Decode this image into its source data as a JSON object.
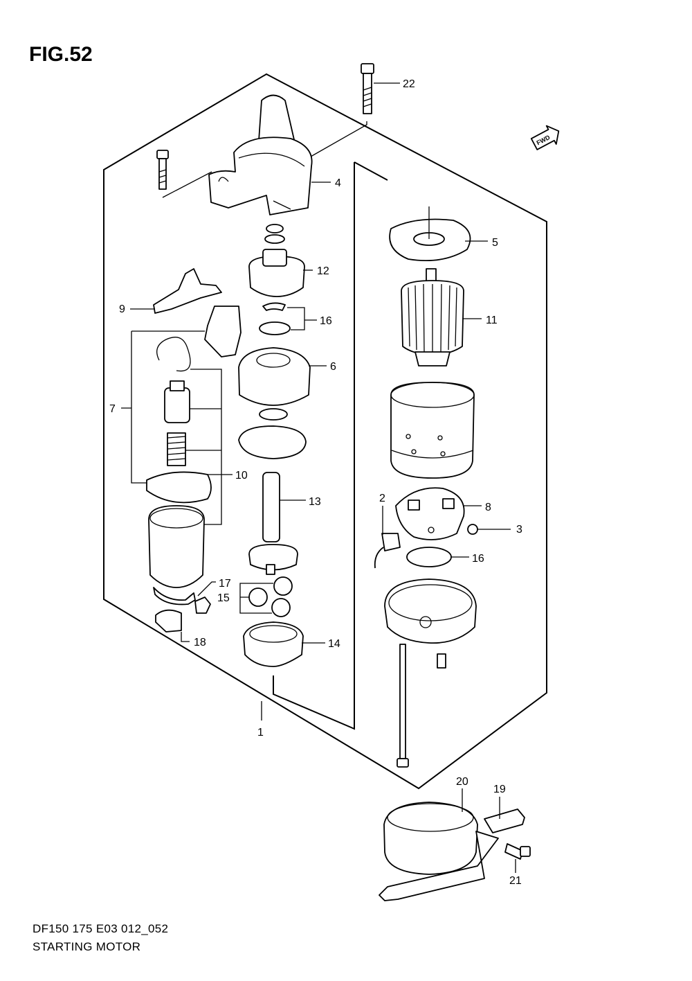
{
  "figure": {
    "title": "FIG.52",
    "code": "DF150 175 E03 012_052",
    "name": "STARTING MOTOR"
  },
  "direction_badge": {
    "text": "FWD",
    "icon": "forward-arrow-icon"
  },
  "callouts": [
    {
      "no": "1"
    },
    {
      "no": "2"
    },
    {
      "no": "3"
    },
    {
      "no": "4"
    },
    {
      "no": "5"
    },
    {
      "no": "6"
    },
    {
      "no": "7"
    },
    {
      "no": "8"
    },
    {
      "no": "9"
    },
    {
      "no": "10"
    },
    {
      "no": "11"
    },
    {
      "no": "12"
    },
    {
      "no": "13"
    },
    {
      "no": "14"
    },
    {
      "no": "15"
    },
    {
      "no": "16"
    },
    {
      "no": "16"
    },
    {
      "no": "17"
    },
    {
      "no": "18"
    },
    {
      "no": "19"
    },
    {
      "no": "20"
    },
    {
      "no": "21"
    },
    {
      "no": "22"
    }
  ]
}
